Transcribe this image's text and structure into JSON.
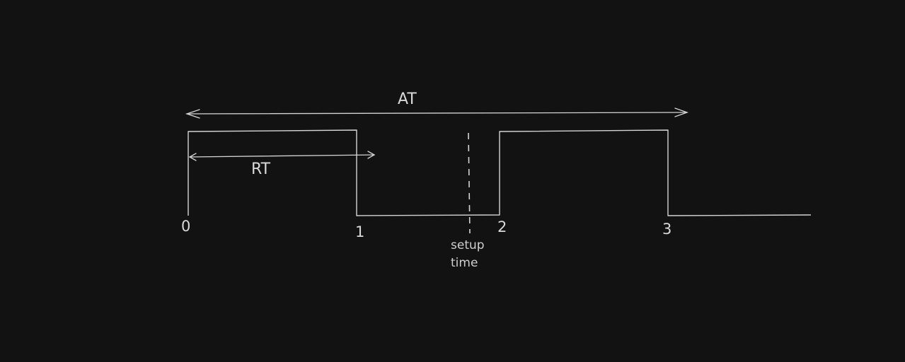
{
  "labels": {
    "at": "AT",
    "rt": "RT",
    "setup_line1": "setup",
    "setup_line2": "time"
  },
  "ticks": [
    "0",
    "1",
    "2",
    "3"
  ],
  "colors": {
    "background": "#121212",
    "stroke": "#d4d4d4",
    "text": "#d9d9d9"
  }
}
